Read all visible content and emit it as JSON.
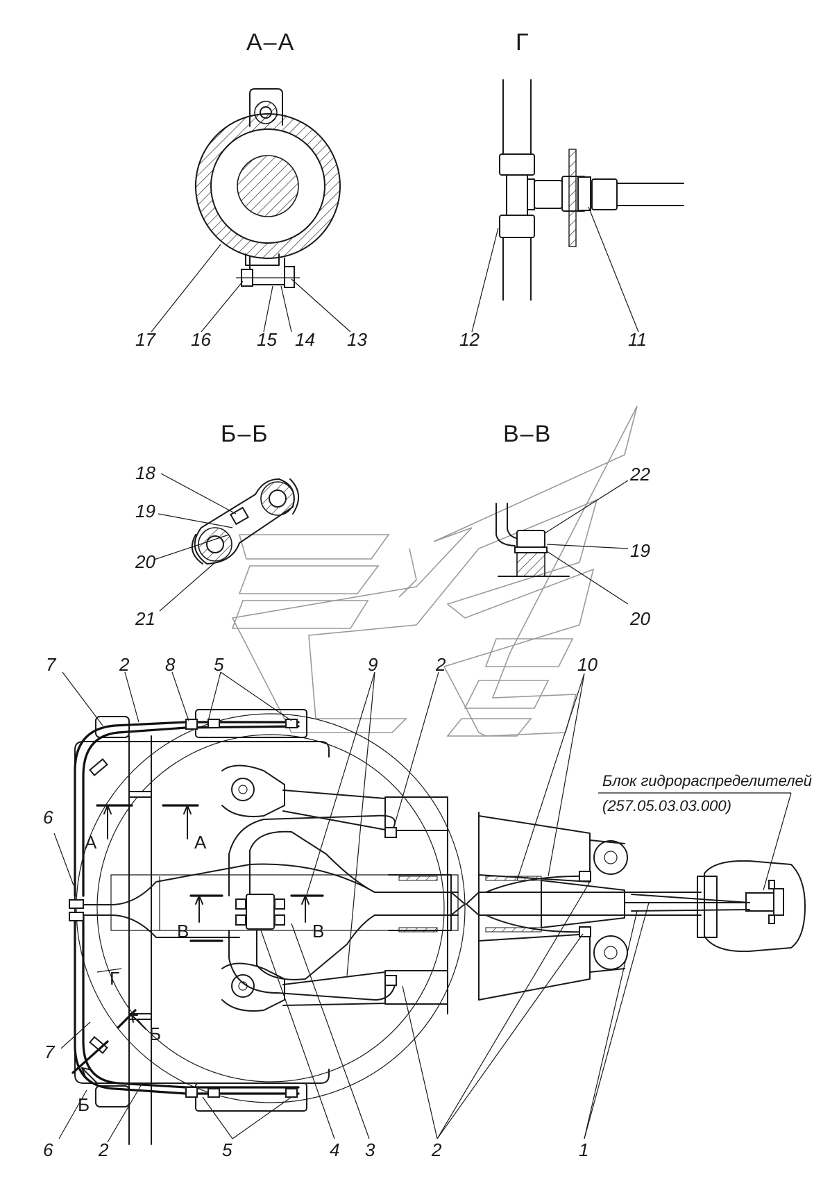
{
  "views": {
    "section_aa": "А–А",
    "view_g": "Г",
    "section_bb": "Б–Б",
    "section_vv": "В–В"
  },
  "cut_marks": {
    "a": "А",
    "b": "Б",
    "v": "В",
    "g": "Г"
  },
  "note": {
    "title": "Блок гидрораспределителей",
    "code": "(257.05.03.03.000)"
  },
  "callouts": {
    "aa_17": "17",
    "aa_16": "16",
    "aa_15": "15",
    "aa_14": "14",
    "aa_13": "13",
    "g_12": "12",
    "g_11": "11",
    "bb_18": "18",
    "bb_19": "19",
    "bb_20": "20",
    "bb_21": "21",
    "vv_22": "22",
    "vv_19": "19",
    "vv_20": "20",
    "m_7_top": "7",
    "m_2_top": "2",
    "m_8": "8",
    "m_5_top": "5",
    "m_9": "9",
    "m_2_mid": "2",
    "m_10": "10",
    "m_6_mid": "6",
    "m_7_bot": "7",
    "m_6_bot": "6",
    "m_2_bot": "2",
    "m_5_bot": "5",
    "m_4": "4",
    "m_3": "3",
    "m_2_btm": "2",
    "m_1": "1"
  }
}
